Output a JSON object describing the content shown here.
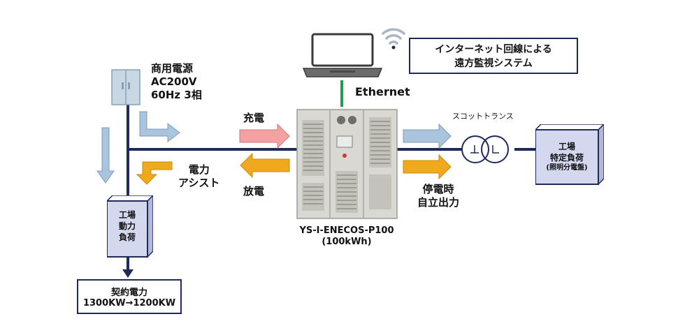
{
  "source": {
    "title": "商用電源",
    "voltage": "AC200V",
    "freq_phase": "60Hz 3相"
  },
  "monitoring": {
    "line1": "インターネット回線による",
    "line2": "遠方監視システム"
  },
  "ethernet_label": "Ethernet",
  "flows": {
    "charge": "充電",
    "discharge": "放電",
    "assist_line1": "電力",
    "assist_line2": "アシスト"
  },
  "system": {
    "model": "YS-I-ENECOS-P100",
    "capacity": "(100kWh)"
  },
  "transformer_label": "スコットトランス",
  "outage": {
    "line1": "停電時",
    "line2": "自立出力"
  },
  "factory_power_load": {
    "line1": "工場",
    "line2": "動力",
    "line3": "負荷"
  },
  "factory_specific_load": {
    "line1": "工場",
    "line2": "特定負荷",
    "line3": "(照明分電盤)"
  },
  "contract": {
    "title": "契約電力",
    "value": "1300KW→1200KW"
  },
  "colors": {
    "line": "#1f2a5c",
    "charge": "#f3a1a1",
    "discharge": "#f0a81c",
    "flow_blue": "#a9c4dc",
    "ethernet": "#1aa04a"
  }
}
